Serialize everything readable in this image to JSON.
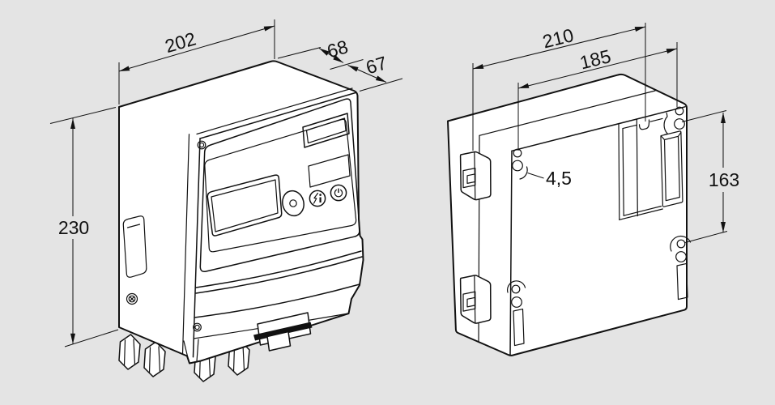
{
  "page": {
    "background": "#e4e4e4",
    "line_color": "#111111",
    "face_color": "#ffffff"
  },
  "front_view": {
    "dim_width": "202",
    "dim_depth_total": "68",
    "dim_depth_front": "67",
    "dim_height": "230"
  },
  "back_view": {
    "dim_width_overall": "210",
    "dim_hole_spacing_x": "185",
    "dim_hole_diameter": "4,5",
    "dim_hole_spacing_y": "163"
  }
}
